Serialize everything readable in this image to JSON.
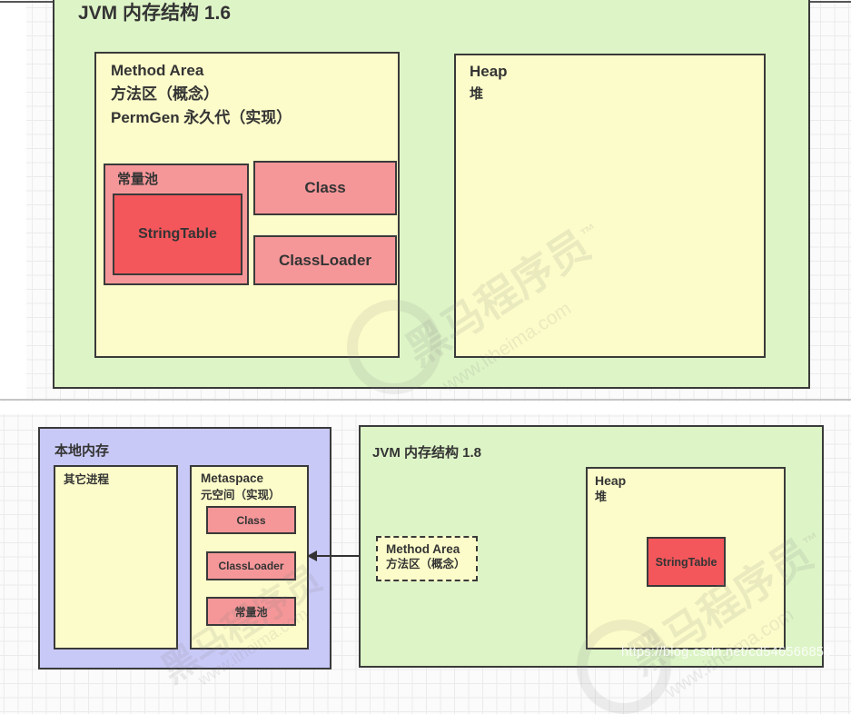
{
  "page": {
    "watermark_brand": "黑马程序员",
    "watermark_tm": "™",
    "watermark_site": "www.itheima.com",
    "watermark_url": "https://blog.csdn.net/cd546566850"
  },
  "colors": {
    "container_green": "#ddf4c6",
    "block_yellow": "#fcfcca",
    "block_pink": "#f59799",
    "block_red": "#f4575b",
    "native_purple": "#c9c9f7",
    "border_dark": "#3a3a3a"
  },
  "jvm16": {
    "title": "JVM 内存结构 1.6",
    "method_area": {
      "name": "Method Area",
      "cn": "方法区（概念）",
      "impl": "PermGen 永久代（实现）",
      "constant_pool": "常量池",
      "string_table": "StringTable",
      "class": "Class",
      "classloader": "ClassLoader"
    },
    "heap": {
      "name": "Heap",
      "cn": "堆"
    }
  },
  "native": {
    "title": "本地内存",
    "other_process": "其它进程",
    "metaspace": {
      "name": "Metaspace",
      "cn": "元空间（实现）",
      "class": "Class",
      "classloader": "ClassLoader",
      "constant_pool": "常量池"
    }
  },
  "jvm18": {
    "title": "JVM 内存结构 1.8",
    "method_area": {
      "name": "Method Area",
      "cn": "方法区（概念）"
    },
    "heap": {
      "name": "Heap",
      "cn": "堆",
      "string_table": "StringTable"
    }
  }
}
